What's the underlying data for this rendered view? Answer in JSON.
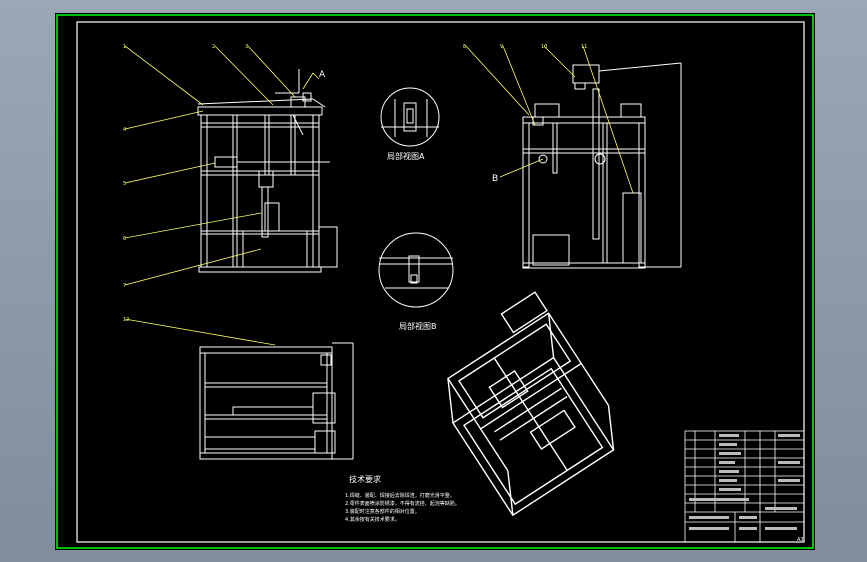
{
  "drawing": {
    "background": "#000000",
    "border_color": "#00ff00",
    "line_color": "#ffffff",
    "leader_color": "#ffff66",
    "accent_color": "#00ffff",
    "detail_a_caption": "局部视图A",
    "detail_b_caption": "局部视图B",
    "marker_a": "A",
    "marker_b": "B",
    "notes_title": "技术要求",
    "notes": [
      "1.焊缝、装配、焊接后去除焊渣，打磨光滑平整。",
      "2.零件表面喷涂防锈漆，不得有流挂、起泡等缺陷。",
      "3.装配时注意各部件的相对位置。",
      "4.其余按有关技术要求。"
    ],
    "page_mark": "A3"
  }
}
